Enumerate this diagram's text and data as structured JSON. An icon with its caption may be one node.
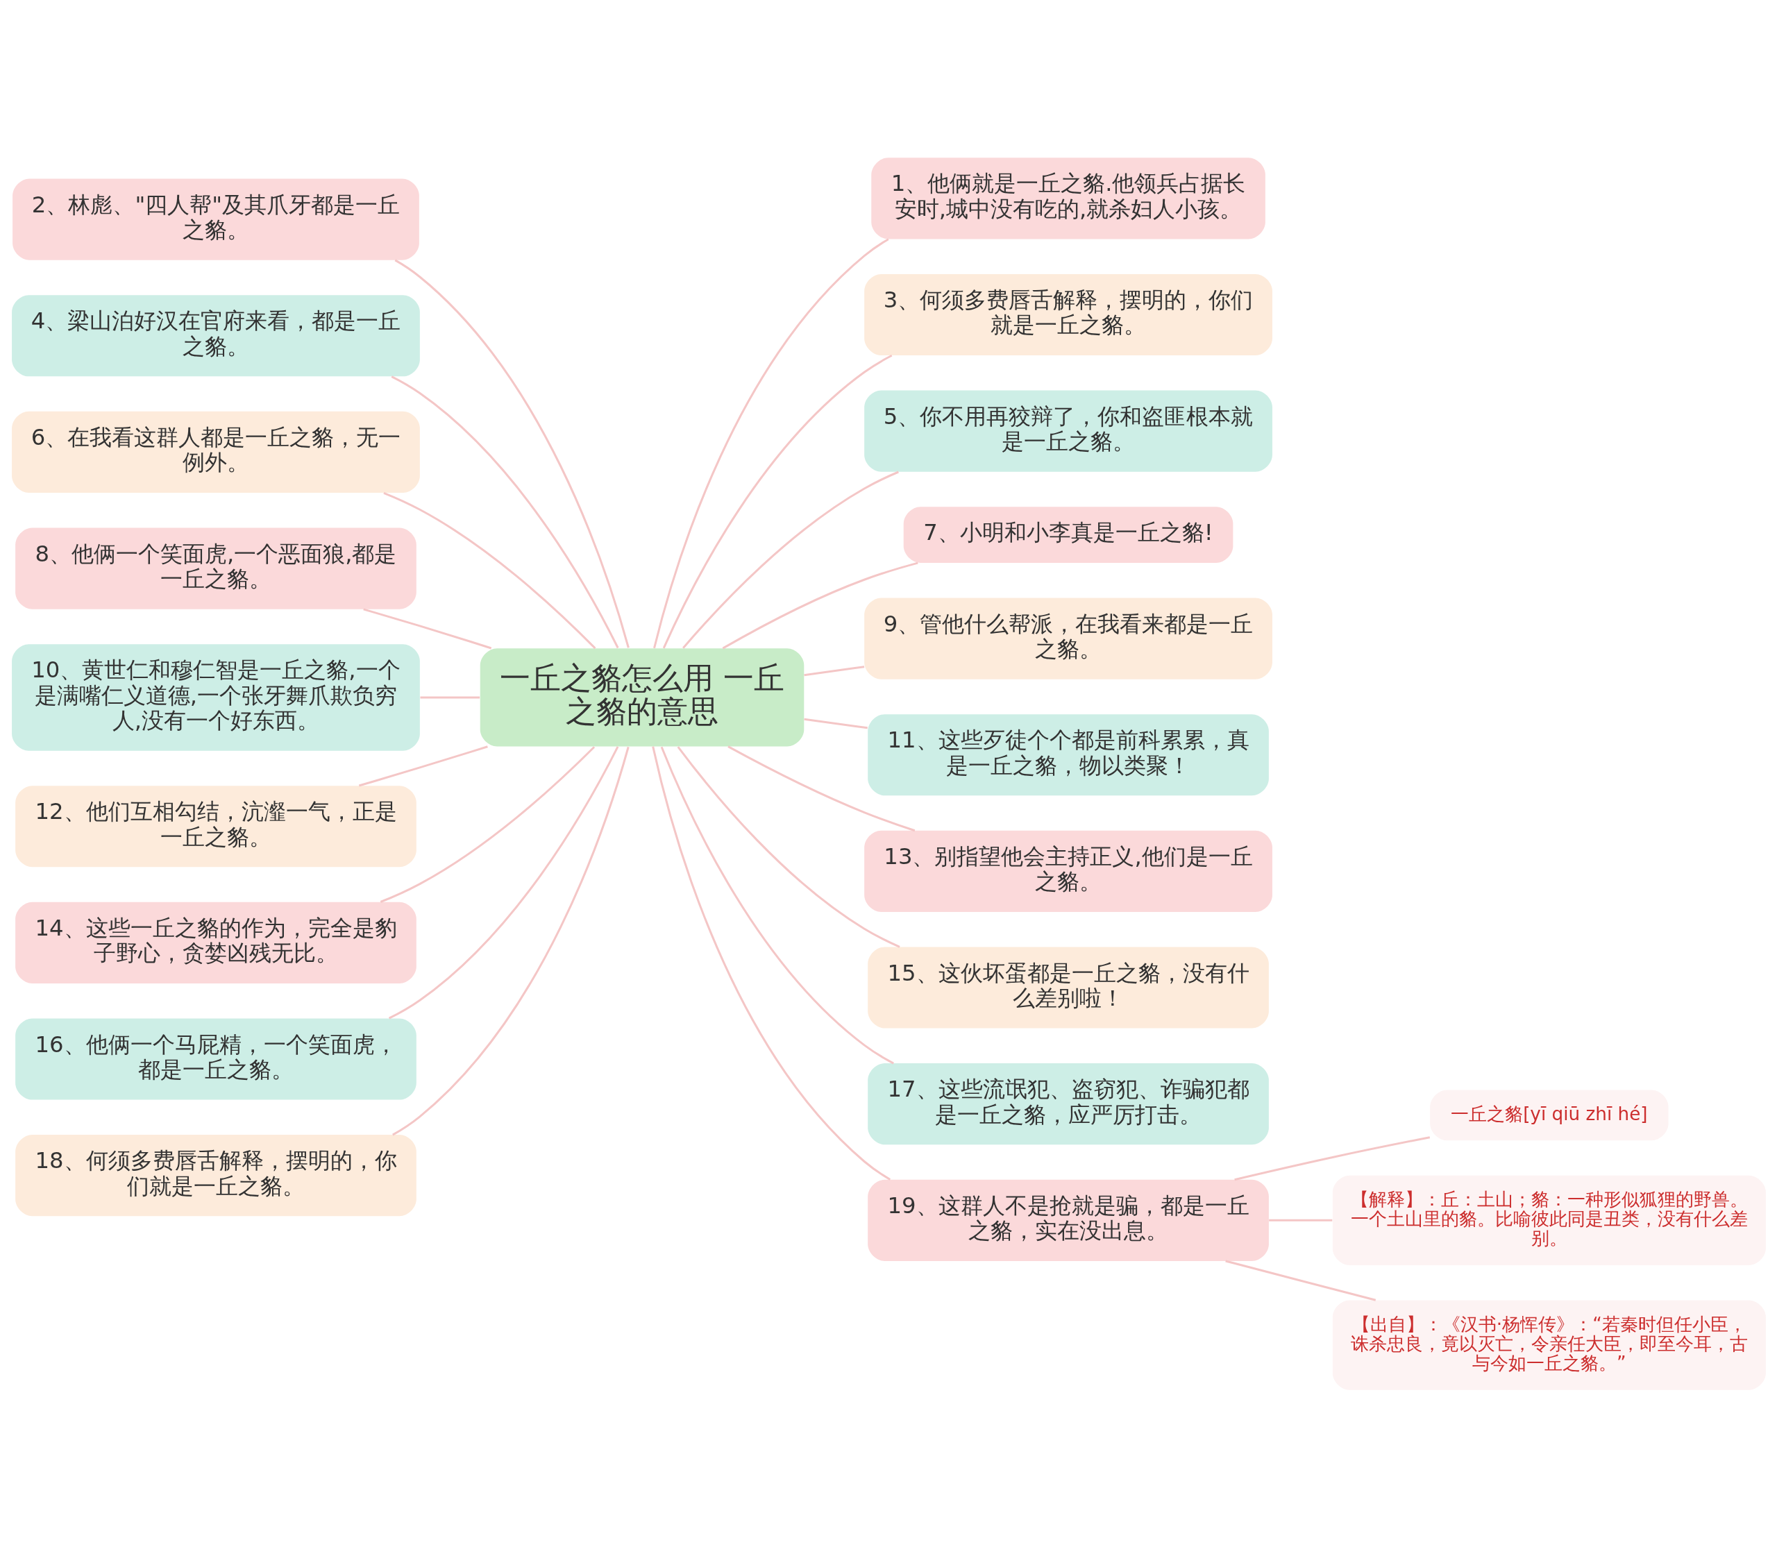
{
  "diagram": {
    "nodes": [
      {
        "text": [
          "一丘之貉怎么用 一丘之貉的意思"
        ]
      },
      {
        "text": [
          "1、他俩就是一丘之貉.他领兵占据长安时,城中没有吃的,就杀妇人小孩。"
        ]
      },
      {
        "text": [
          "2、林彪、\"四人帮\"及其爪牙都是一丘之貉。"
        ]
      },
      {
        "text": [
          "3、何须多费唇舌解释，摆明的，你们就是一丘之貉。"
        ]
      },
      {
        "text": [
          "4、梁山泊好汉在官府来看，都是一丘之貉。"
        ]
      },
      {
        "text": [
          "5、你不用再狡辩了，你和盗匪根本就是一丘之貉。"
        ]
      },
      {
        "text": [
          "6、在我看这群人都是一丘之貉，无一例外。"
        ]
      },
      {
        "text": [
          "7、小明和小李真是一丘之貉!"
        ]
      },
      {
        "text": [
          "8、他俩一个笑面虎,一个恶面狼,都是一丘之貉。"
        ]
      },
      {
        "text": [
          "9、管他什么帮派，在我看来都是一丘之貉。"
        ]
      },
      {
        "text": [
          "10、黄世仁和穆仁智是一丘之貉,一个是满嘴仁义道德,一个张牙舞爪欺负穷人,没有一个好东西。"
        ]
      },
      {
        "text": [
          "11、这些歹徒个个都是前科累累，真是一丘之貉，物以类聚！"
        ]
      },
      {
        "text": [
          "12、他们互相勾结，沆瀣一气，正是一丘之貉。"
        ]
      },
      {
        "text": [
          "13、别指望他会主持正义,他们是一丘之貉。"
        ]
      },
      {
        "text": [
          "14、这些一丘之貉的作为，完全是豹子野心，贪婪凶残无比。"
        ]
      },
      {
        "text": [
          "15、这伙坏蛋都是一丘之貉，没有什么差别啦！"
        ]
      },
      {
        "text": [
          "16、他俩一个马屁精，一个笑面虎，都是一丘之貉。"
        ]
      },
      {
        "text": [
          "17、这些流氓犯、盗窃犯、诈骗犯都是一丘之貉，应严厉打击。"
        ]
      },
      {
        "text": [
          "18、何须多费唇舌解释，摆明的，你们就是一丘之貉。"
        ]
      },
      {
        "text": [
          "19、这群人不是抢就是骗，都是一丘之貉，实在没出息。"
        ]
      },
      {
        "text": [
          "一丘之貉[yī qiū zhī hé]"
        ]
      },
      {
        "text": [
          "【解释】：丘：土山；貉：一种形似狐狸的野兽。一个土山里的貉。比喻彼此同是丑类，没有什么差别。"
        ]
      },
      {
        "text": [
          "【出自】：《汉书·杨恽传》：“若秦时但任小臣，诛杀忠良，竟以灭亡，令亲任大臣，即至今耳，古与今如一丘之貉。”"
        ]
      }
    ],
    "edges": [
      {
        "from": 0,
        "to": 1,
        "arrow": "none"
      },
      {
        "from": 0,
        "to": 2,
        "arrow": "none"
      },
      {
        "from": 0,
        "to": 3,
        "arrow": "none"
      },
      {
        "from": 0,
        "to": 4,
        "arrow": "none"
      },
      {
        "from": 0,
        "to": 5,
        "arrow": "none"
      },
      {
        "from": 0,
        "to": 6,
        "arrow": "none"
      },
      {
        "from": 0,
        "to": 7,
        "arrow": "none"
      },
      {
        "from": 0,
        "to": 8,
        "arrow": "none"
      },
      {
        "from": 0,
        "to": 9,
        "arrow": "none"
      },
      {
        "from": 0,
        "to": 10,
        "arrow": "none"
      },
      {
        "from": 0,
        "to": 11,
        "arrow": "none"
      },
      {
        "from": 0,
        "to": 12,
        "arrow": "none"
      },
      {
        "from": 0,
        "to": 13,
        "arrow": "none"
      },
      {
        "from": 0,
        "to": 14,
        "arrow": "none"
      },
      {
        "from": 0,
        "to": 15,
        "arrow": "none"
      },
      {
        "from": 0,
        "to": 16,
        "arrow": "none"
      },
      {
        "from": 0,
        "to": 17,
        "arrow": "none"
      },
      {
        "from": 0,
        "to": 18,
        "arrow": "none"
      },
      {
        "from": 0,
        "to": 19,
        "arrow": "none"
      },
      {
        "from": 19,
        "to": 20,
        "arrow": "none"
      },
      {
        "from": 19,
        "to": 21,
        "arrow": "none"
      },
      {
        "from": 19,
        "to": 22,
        "arrow": "none"
      }
    ]
  }
}
